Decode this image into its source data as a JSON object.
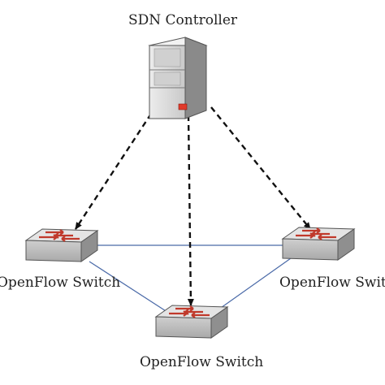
{
  "controller": {
    "label": "SDN Controller",
    "panel_color": "#d0d0d0",
    "indicator_color": "#e03a2a"
  },
  "switches": [
    {
      "id": "left",
      "label": "OpenFlow Switch"
    },
    {
      "id": "right",
      "label": "OpenFlow Switch"
    },
    {
      "id": "bottom",
      "label": "OpenFlow Switch"
    }
  ],
  "control_links": [
    {
      "from": "controller",
      "to": "left",
      "style": "dashed-arrow"
    },
    {
      "from": "controller",
      "to": "bottom",
      "style": "dashed-arrow"
    },
    {
      "from": "controller",
      "to": "right",
      "style": "dashed-arrow"
    }
  ],
  "data_links": [
    {
      "from": "left",
      "to": "right"
    },
    {
      "from": "left",
      "to": "bottom"
    },
    {
      "from": "bottom",
      "to": "right"
    }
  ],
  "colors": {
    "data_link": "#4a6aa8",
    "control_link": "#111111",
    "switch_body": "#bdbdbd",
    "switch_top": "#e4e4e4",
    "switch_arrow": "#c0392b"
  }
}
